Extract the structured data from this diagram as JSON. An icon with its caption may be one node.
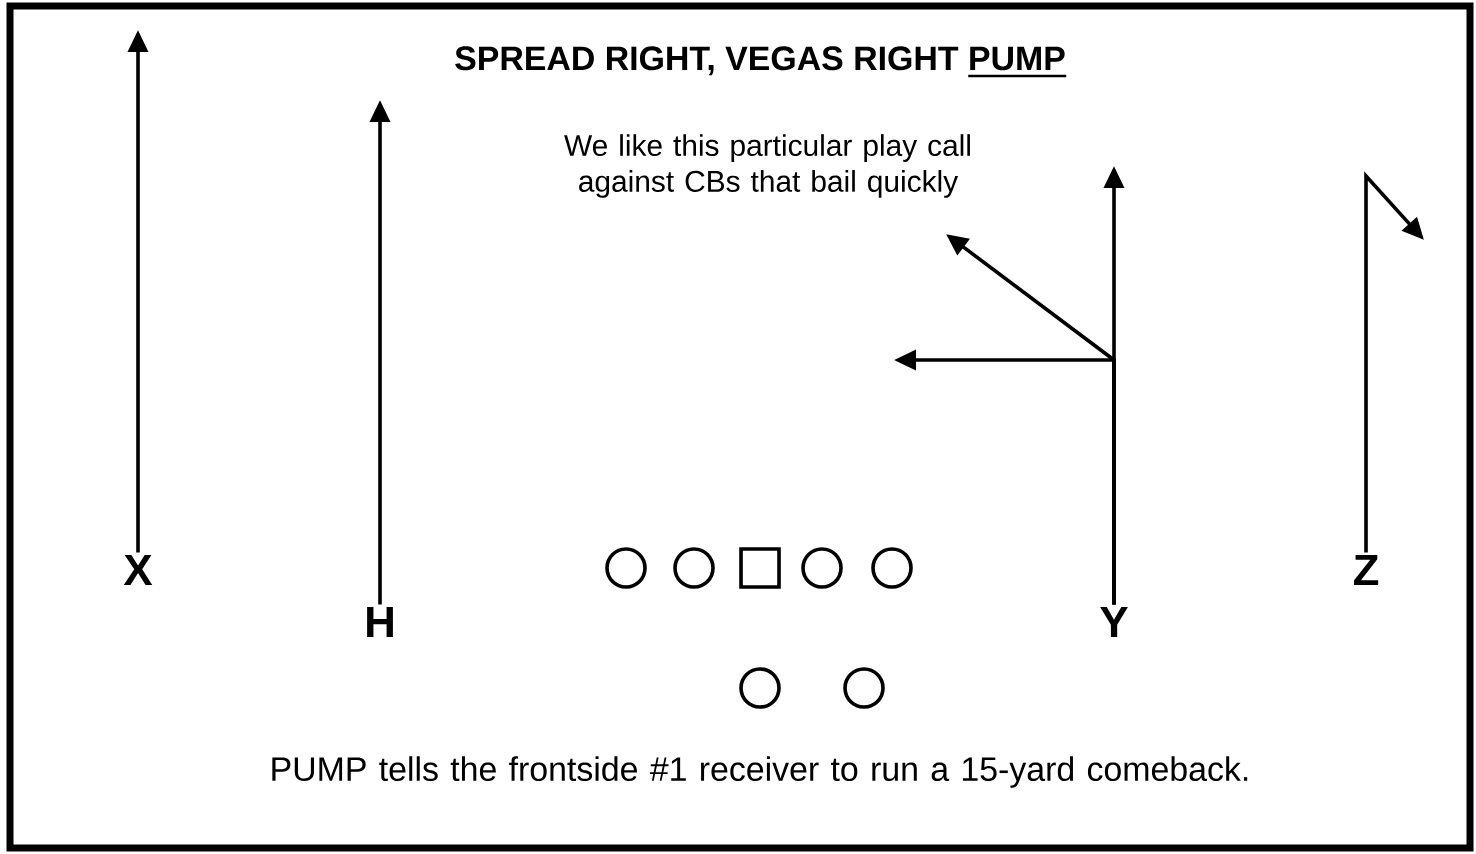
{
  "diagram": {
    "title": "SPREAD RIGHT, VEGAS RIGHT PUMP",
    "caption": "PUMP tells the frontside #1 receiver to run a 15-yard comeback.",
    "nodes": [
      {
        "text": [
          "X"
        ]
      },
      {
        "text": [
          "H"
        ]
      },
      {
        "text": [],
        "shape": "circle"
      },
      {
        "text": [],
        "shape": "circle"
      },
      {
        "text": [],
        "shape": "box"
      },
      {
        "text": [],
        "shape": "circle"
      },
      {
        "text": [],
        "shape": "circle"
      },
      {
        "text": [
          "Y"
        ]
      },
      {
        "text": [
          "Z"
        ]
      },
      {
        "text": [],
        "shape": "circle"
      },
      {
        "text": [],
        "shape": "circle"
      }
    ],
    "edges": [
      {
        "from": 0,
        "to": null,
        "arrow": "to"
      },
      {
        "from": 1,
        "to": null,
        "arrow": "to"
      },
      {
        "from": 7,
        "to": null,
        "arrow": "to"
      },
      {
        "from": 7,
        "to": null,
        "arrow": "to"
      },
      {
        "from": 7,
        "to": null,
        "arrow": "to"
      },
      {
        "from": 8,
        "to": null,
        "arrow": "to"
      }
    ],
    "labels": [
      "We like this particular play call against CBs that bail quickly"
    ]
  }
}
